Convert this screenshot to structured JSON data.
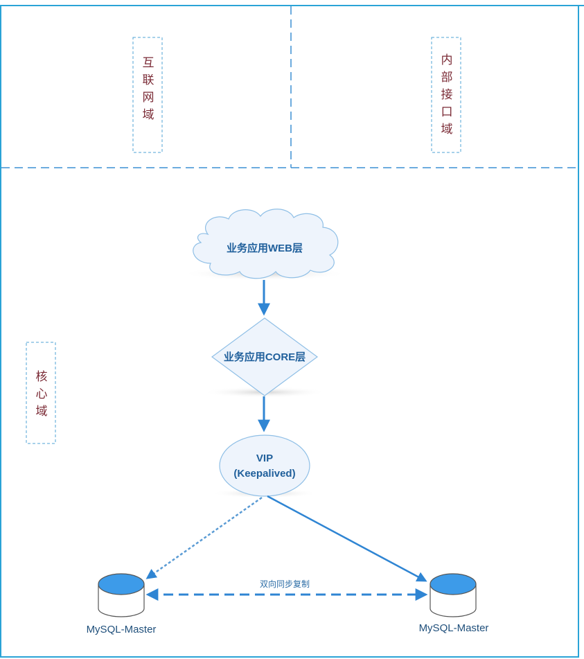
{
  "zones": {
    "internet": "互联网域",
    "internal": "内部接口域",
    "core": "核心域"
  },
  "nodes": {
    "web": "业务应用WEB层",
    "core": "业务应用CORE层",
    "vip_line1": "VIP",
    "vip_line2": "(Keepalived)",
    "db_left": "MySQL-Master",
    "db_right": "MySQL-Master"
  },
  "edges": {
    "sync": "双向同步复制"
  },
  "colors": {
    "border": "#2aa3d6",
    "dash": "#3b8fd4",
    "arrow": "#2f85d3",
    "zone_text": "#7a2a35",
    "node_fill": "#eef4fc",
    "db_top": "#3d9be9"
  }
}
